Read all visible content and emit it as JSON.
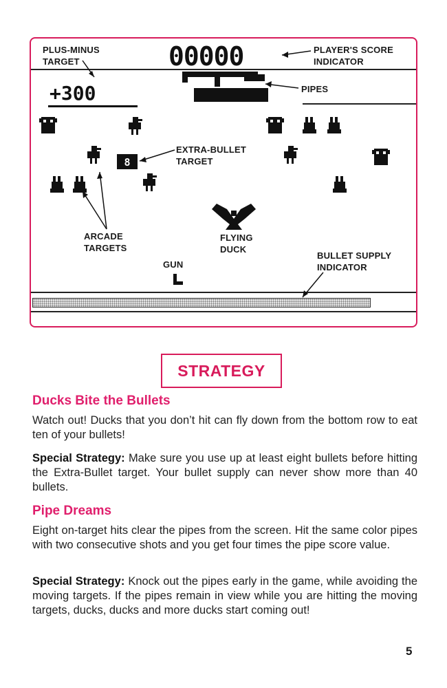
{
  "figure": {
    "labels": {
      "plus_minus_target": "PLUS-MINUS\nTARGET",
      "players_score": "PLAYER'S SCORE\nINDICATOR",
      "pipes": "PIPES",
      "extra_bullet": "EXTRA-BULLET\nTARGET",
      "arcade_targets": "ARCADE\nTARGETS",
      "flying_duck": "FLYING\nDUCK",
      "gun": "GUN",
      "bullet_supply": "BULLET SUPPLY\nINDICATOR"
    },
    "score_value": "00000",
    "plus_minus_value": "+300",
    "extra_bullet_digit": "8"
  },
  "strategy_title": "STRATEGY",
  "sections": [
    {
      "heading": "Ducks Bite the Bullets",
      "paragraphs": [
        {
          "lead": "",
          "text": "Watch out! Ducks that you don’t hit can fly down from the bottom row to eat ten of your bullets!"
        },
        {
          "lead": "Special Strategy:",
          "text": " Make sure you use up at least eight bullets before hitting the Extra-Bullet target. Your bullet supply can never show more than 40 bullets."
        }
      ]
    },
    {
      "heading": "Pipe Dreams",
      "paragraphs": [
        {
          "lead": "",
          "text": "Eight on-target hits clear the pipes from the screen. Hit the same color pipes with two consecutive shots and you get four times the pipe score value."
        },
        {
          "lead": "Special Strategy:",
          "text": " Knock out the pipes early in the game, while avoiding the moving targets. If the pipes remain in view while you are hitting the moving targets, ducks, ducks and more ducks start coming out!"
        }
      ]
    }
  ],
  "page_number": "5",
  "colors": {
    "accent": "#d81b5b",
    "heading": "#e01f6c"
  }
}
